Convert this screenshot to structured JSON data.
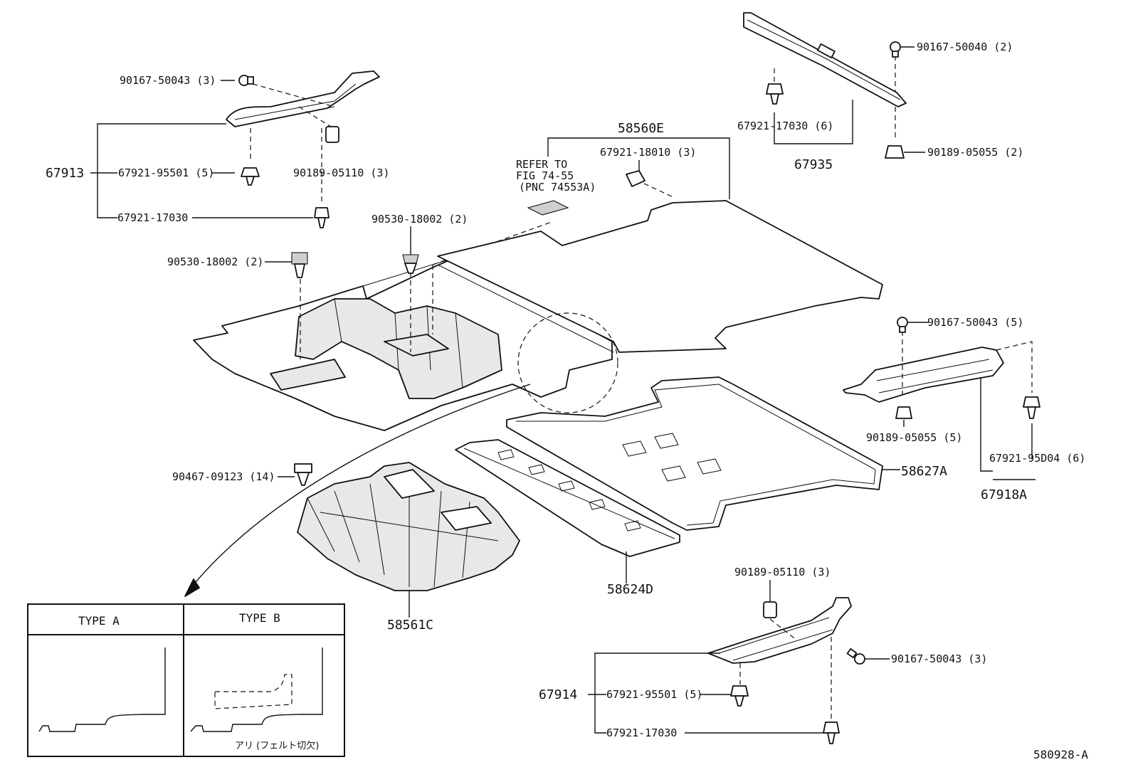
{
  "labels": {
    "p90167_50043_3_top": "90167-50043 (3)",
    "p67913": "67913",
    "p67921_95501_5_top": "67921-95501 (5)",
    "p90189_05110_3_top": "90189-05110 (3)",
    "p67921_17030_top": "67921-17030",
    "p90530_18002_2_a": "90530-18002 (2)",
    "p90530_18002_2_b": "90530-18002 (2)",
    "refer1": "REFER TO",
    "refer2": "FIG 74-55",
    "refer3": "(PNC 74553A)",
    "p58560E": "58560E",
    "p67921_18010_3": "67921-18010 (3)",
    "p67921_17030_6": "67921-17030 (6)",
    "p67935": "67935",
    "p90167_50040_2": "90167-50040 (2)",
    "p90189_05055_2": "90189-05055 (2)",
    "p90167_50043_5": "90167-50043 (5)",
    "p90189_05055_5": "90189-05055 (5)",
    "p67921_95D04_6": "67921-95D04 (6)",
    "p67918A": "67918A",
    "p58627A": "58627A",
    "p90467_09123_14": "90467-09123 (14)",
    "p58624D": "58624D",
    "p58561C": "58561C",
    "p90189_05110_3_bot": "90189-05110 (3)",
    "p90167_50043_3_bot": "90167-50043 (3)",
    "p67914": "67914",
    "p67921_95501_5_bot": "67921-95501 (5)",
    "p67921_17030_bot": "67921-17030",
    "type_a": "TYPE A",
    "type_b": "TYPE B",
    "note_b": "アリ (フェルト切欠)",
    "figure_code": "580928-A"
  }
}
